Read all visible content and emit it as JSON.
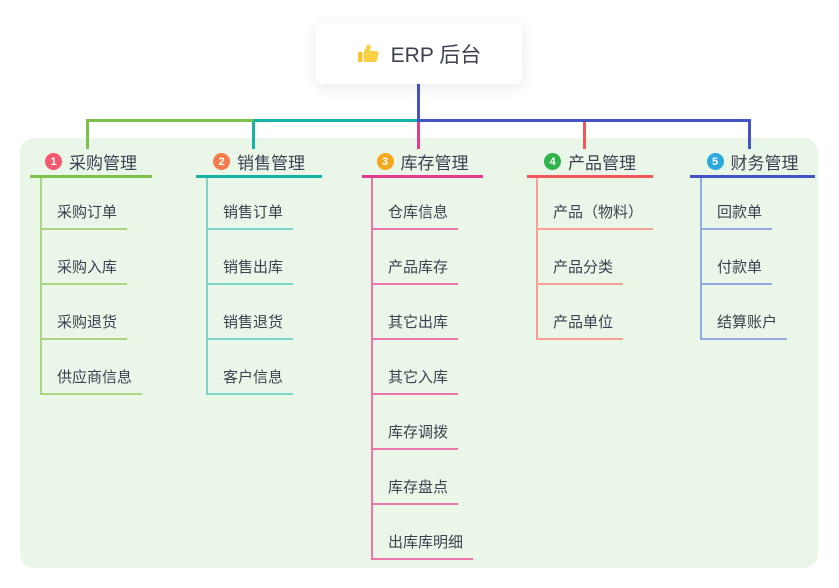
{
  "root": {
    "label": "ERP 后台",
    "icon": "thumbs-up-icon",
    "line_color": "#4254c8"
  },
  "branches": [
    {
      "badge": "1",
      "label": "采购管理",
      "badge_color": "#f4586e",
      "line_color": "#7cc24a",
      "child_line_color": "#a9d77f",
      "children": [
        "采购订单",
        "采购入库",
        "采购退货",
        "供应商信息"
      ]
    },
    {
      "badge": "2",
      "label": "销售管理",
      "badge_color": "#f77a4d",
      "line_color": "#14b3a6",
      "child_line_color": "#7fd4c9",
      "children": [
        "销售订单",
        "销售出库",
        "销售退货",
        "客户信息"
      ]
    },
    {
      "badge": "3",
      "label": "库存管理",
      "badge_color": "#f5a81e",
      "line_color": "#e23a8e",
      "child_line_color": "#ee74ae",
      "children": [
        "仓库信息",
        "产品库存",
        "其它出库",
        "其它入库",
        "库存调拨",
        "库存盘点",
        "出库库明细"
      ]
    },
    {
      "badge": "4",
      "label": "产品管理",
      "badge_color": "#31b34c",
      "line_color": "#f4565a",
      "child_line_color": "#f89f96",
      "children": [
        "产品（物料）",
        "产品分类",
        "产品单位"
      ]
    },
    {
      "badge": "5",
      "label": "财务管理",
      "badge_color": "#2ba8e0",
      "line_color": "#4254c8",
      "child_line_color": "#93a9e2",
      "children": [
        "回款单",
        "付款单",
        "结算账户"
      ]
    }
  ]
}
